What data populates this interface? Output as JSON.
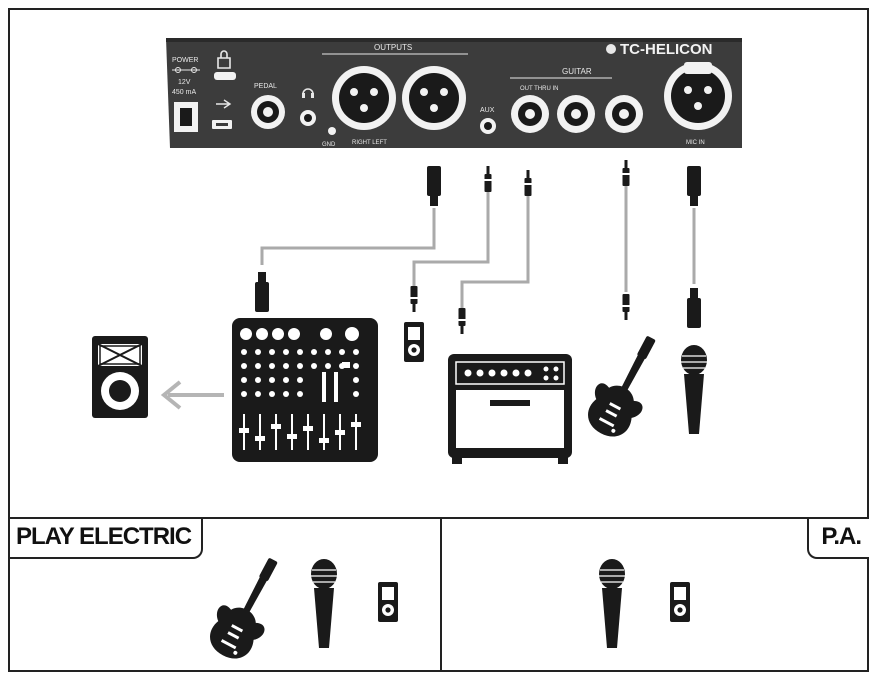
{
  "device": {
    "brand": "TC-HELICON",
    "outputs_label": "OUTPUTS",
    "guitar_label": "GUITAR",
    "out_thru_in_label": "OUT  THRU  IN",
    "power_label": "POWER",
    "voltage_label": "12V",
    "current_label": "450 mA",
    "pedal_label": "PEDAL",
    "aux_label": "AUX",
    "gnd_label": "GND",
    "right_left_label": "RIGHT  LEFT",
    "mic_in_label": "MIC IN"
  },
  "sections": {
    "play_electric": "PLAY ELECTRIC",
    "pa": "P.A."
  },
  "colors": {
    "device_body": "#3c3c3c",
    "cable": "#aaaaaa",
    "arrow": "#b5b5b5",
    "ink": "#1a1a1a"
  }
}
